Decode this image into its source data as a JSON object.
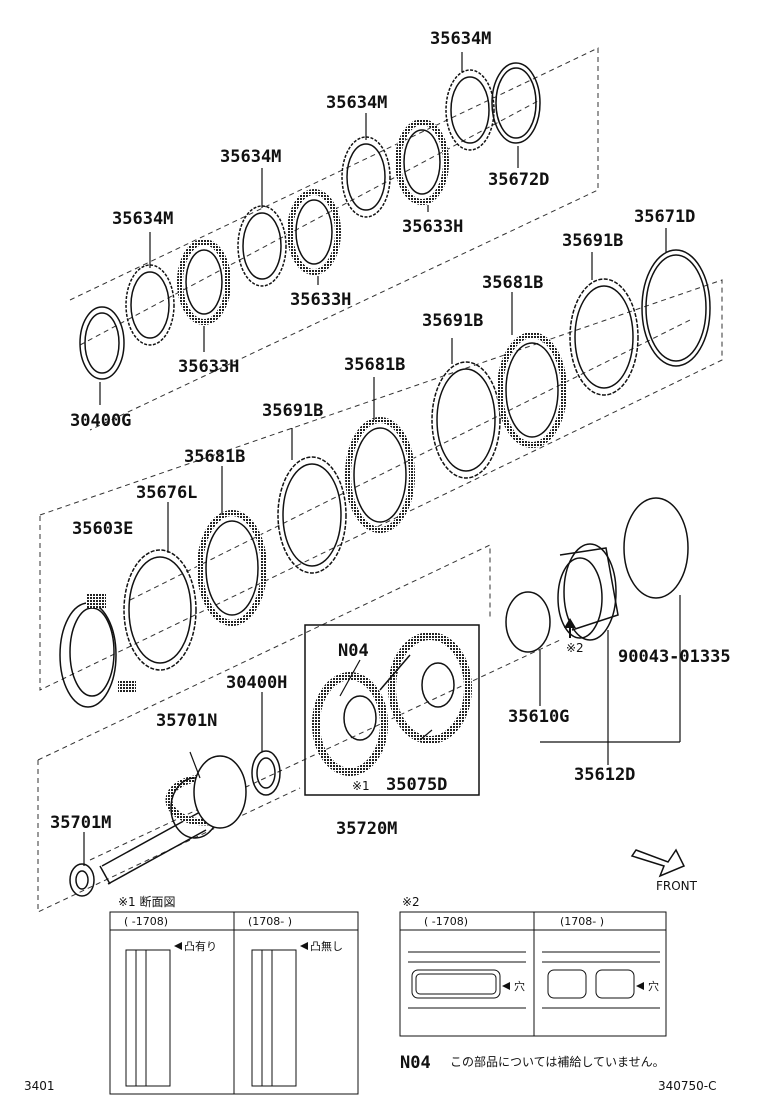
{
  "part_labels": {
    "p35634M_1": "35634M",
    "p35634M_2": "35634M",
    "p35634M_3": "35634M",
    "p35634M_4": "35634M",
    "p35672D": "35672D",
    "p35633H_1": "35633H",
    "p35633H_2": "35633H",
    "p35633H_3": "35633H",
    "p30400G": "30400G",
    "p35671D": "35671D",
    "p35691B_1": "35691B",
    "p35691B_2": "35691B",
    "p35691B_3": "35691B",
    "p35681B_1": "35681B",
    "p35681B_2": "35681B",
    "p35681B_3": "35681B",
    "p35676L": "35676L",
    "p35603E": "35603E",
    "pN04": "N04",
    "p30400H": "30400H",
    "p35701N": "35701N",
    "p35701M": "35701M",
    "p35075D": "35075D",
    "p35720M": "35720M",
    "p35610G": "35610G",
    "p35612D": "35612D",
    "p90043": "90043-01335"
  },
  "marks": {
    "note1_mark": "※1",
    "note2_mark": "※2"
  },
  "front_label": "FRONT",
  "inset1": {
    "title": "※1 断面図",
    "col1": "(   -1708)",
    "col2": "(1708-   )",
    "callout1": "凸有り",
    "callout2": "凸無し"
  },
  "inset2": {
    "title": "※2",
    "col1": "(   -1708)",
    "col2": "(1708-   )",
    "callout1": "穴",
    "callout2": "穴"
  },
  "note_n04": {
    "code": "N04",
    "text": "この部品については補給していません。"
  },
  "footer": {
    "left_code": "3401",
    "right_code": "340750-C"
  }
}
